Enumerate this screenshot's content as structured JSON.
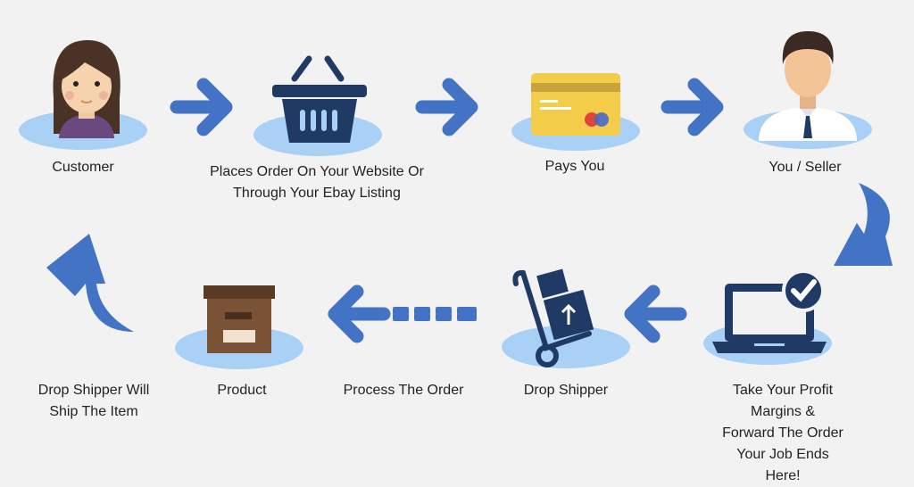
{
  "colors": {
    "background": "#f2f2f2",
    "arrow": "#4273c4",
    "icon_dark": "#1f3a64",
    "ellipse": "#a9d0f5"
  },
  "steps": [
    {
      "label": "Customer",
      "icon": "woman-avatar-icon"
    },
    {
      "label": "Places Order On Your Website Or\nThrough Your Ebay Listing",
      "icon": "shopping-basket-icon"
    },
    {
      "label": "Pays You",
      "icon": "credit-card-icon"
    },
    {
      "label": "You / Seller",
      "icon": "man-avatar-icon"
    },
    {
      "label": "Take Your Profit Margins &\nForward The Order\nYour Job Ends Here!",
      "icon": "laptop-check-icon"
    },
    {
      "label": "Drop Shipper",
      "icon": "hand-truck-icon"
    },
    {
      "label": "Process The Order",
      "icon": "dashed-arrow-icon"
    },
    {
      "label": "Product",
      "icon": "box-icon"
    },
    {
      "label": "Drop Shipper Will\nShip The Item",
      "icon": "curved-arrow-icon"
    }
  ]
}
